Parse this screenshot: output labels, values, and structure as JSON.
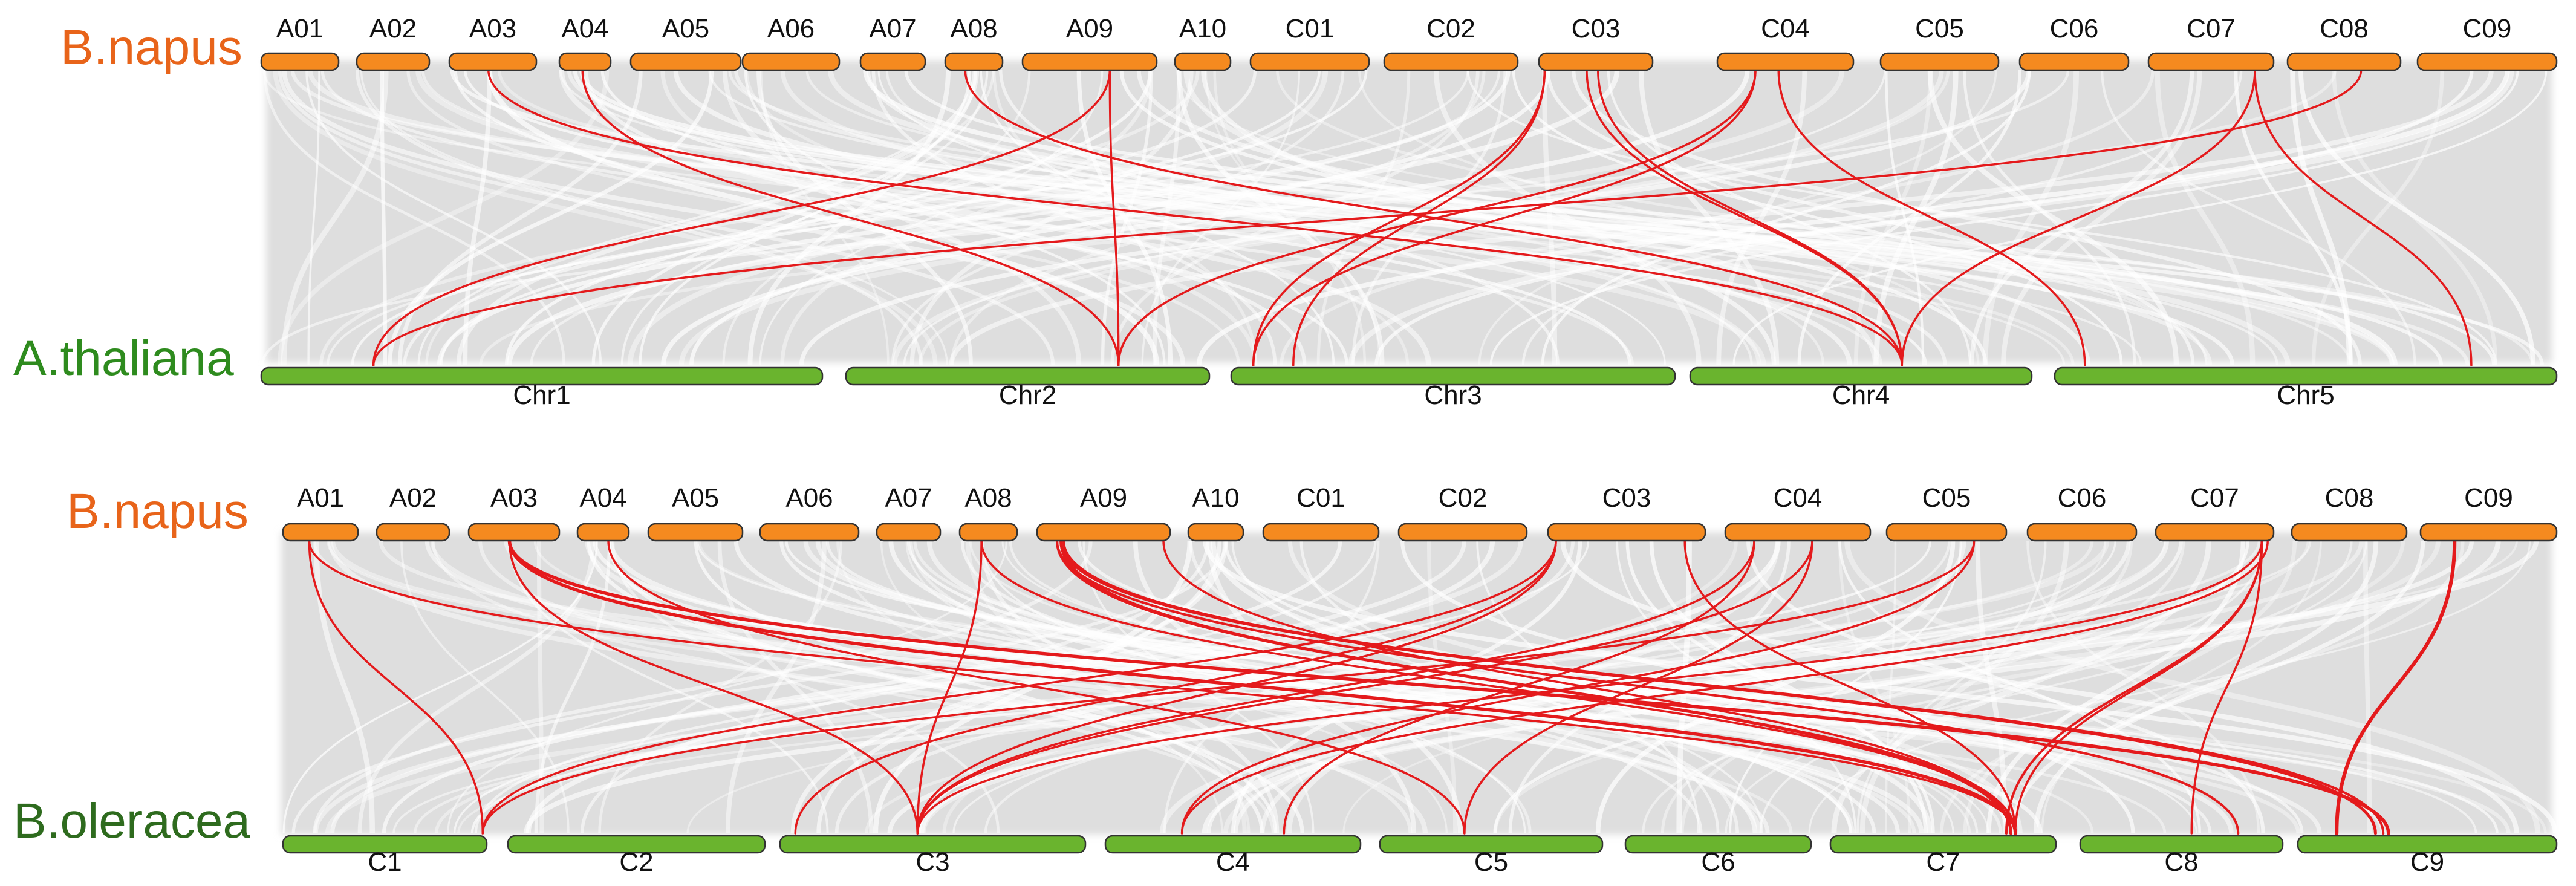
{
  "colors": {
    "napus": "#f58a1f",
    "napus_label": "#e8641a",
    "thaliana": "#6ab42e",
    "oleracea": "#6ab42e",
    "thaliana_label": "#2e8b1e",
    "oleracea_label": "#2e6b1e",
    "ribbon": "#d9d9d9",
    "highlight": "#e41a1c",
    "outline": "#333333"
  },
  "panels": [
    {
      "top_species": "B.napus",
      "bottom_species": "A.thaliana",
      "top_chromosomes": [
        "A01",
        "A02",
        "A03",
        "A04",
        "A05",
        "A06",
        "A07",
        "A08",
        "A09",
        "A10",
        "C01",
        "C02",
        "C03",
        "C04",
        "C05",
        "C06",
        "C07",
        "C08",
        "C09"
      ],
      "bottom_chromosomes": [
        "Chr1",
        "Chr2",
        "Chr3",
        "Chr4",
        "Chr5"
      ]
    },
    {
      "top_species": "B.napus",
      "bottom_species": "B.oleracea",
      "top_chromosomes": [
        "A01",
        "A02",
        "A03",
        "A04",
        "A05",
        "A06",
        "A07",
        "A08",
        "A09",
        "A10",
        "C01",
        "C02",
        "C03",
        "C04",
        "C05",
        "C06",
        "C07",
        "C08",
        "C09"
      ],
      "bottom_chromosomes": [
        "C1",
        "C2",
        "C3",
        "C4",
        "C5",
        "C6",
        "C7",
        "C8",
        "C9"
      ]
    }
  ]
}
